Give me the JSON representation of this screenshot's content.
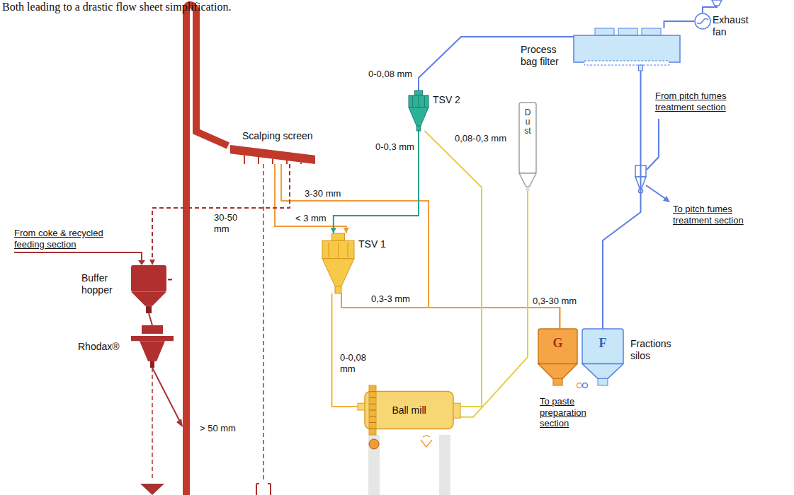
{
  "diagram": {
    "nodes": [
      {
        "text": [
          "Exhaust fan"
        ]
      },
      {
        "text": [
          "Process bag filter"
        ]
      },
      {
        "text": [
          "Scalping screen"
        ]
      },
      {
        "text": [
          "TSV 2"
        ]
      },
      {
        "text": [
          "Dust"
        ]
      },
      {
        "text": [
          "TSV 1"
        ]
      },
      {
        "text": [
          "Buffer hopper"
        ]
      },
      {
        "text": [
          "Rhodax®"
        ]
      },
      {
        "text": [
          "Ball mill"
        ]
      },
      {
        "text": [
          "G"
        ]
      },
      {
        "text": [
          "F"
        ]
      }
    ],
    "edges": [
      {
        "from": 3,
        "to": 1,
        "arrow": "none",
        "label": "0-0,08 mm"
      },
      {
        "from": 1,
        "to": 0,
        "arrow": "none"
      },
      {
        "from": 2,
        "to": 5,
        "arrow": "to",
        "label": "< 3 mm"
      },
      {
        "from": 2,
        "to": 9,
        "arrow": "none",
        "label": "3-30 mm"
      },
      {
        "from": 5,
        "to": 9,
        "arrow": "none",
        "label": "0,3-3 mm"
      },
      {
        "from": 2,
        "to": 6,
        "arrow": "to",
        "label": "30-50 mm"
      },
      {
        "from": 3,
        "to": 5,
        "arrow": "to",
        "label": "0-0,3 mm"
      },
      {
        "from": 3,
        "to": 8,
        "arrow": "none",
        "label": "0,08-0,3 mm"
      },
      {
        "from": 4,
        "to": 8,
        "arrow": "none"
      },
      {
        "from": 5,
        "to": 8,
        "arrow": "none",
        "label": "0-0,08 mm"
      },
      {
        "from": 1,
        "to": 10,
        "arrow": "none"
      },
      {
        "from": 6,
        "to": 7,
        "arrow": "none"
      }
    ],
    "labels": [
      "Both leading to a drastic flow sheet simplification.",
      "From coke & recycled feeding section",
      "> 50 mm",
      "From pitch fumes treatment section",
      "To pitch fumes treatment section",
      "0,3-30 mm",
      "Fractions silos",
      "To paste preparation section"
    ]
  }
}
